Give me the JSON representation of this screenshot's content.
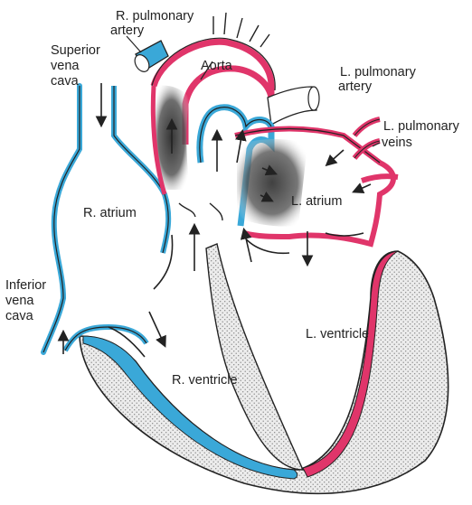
{
  "colors": {
    "deoxygenated": "#3aa8d8",
    "oxygenated": "#e0356a",
    "wall": "#d8d8d8",
    "outline": "#222222"
  },
  "labels": {
    "r_pulmonary_artery": [
      "R. pulmonary",
      "artery"
    ],
    "superior_vena_cava": [
      "Superior",
      "vena",
      "cava"
    ],
    "aorta": "Aorta",
    "l_pulmonary_artery": [
      "L. pulmonary",
      "artery"
    ],
    "l_pulmonary_veins": [
      "L. pulmonary",
      "veins"
    ],
    "r_atrium": "R. atrium",
    "l_atrium": "L. atrium",
    "inferior_vena_cava": [
      "Inferior",
      "vena",
      "cava"
    ],
    "l_ventricle": "L. ventricle",
    "r_ventricle": "R. ventricle"
  }
}
